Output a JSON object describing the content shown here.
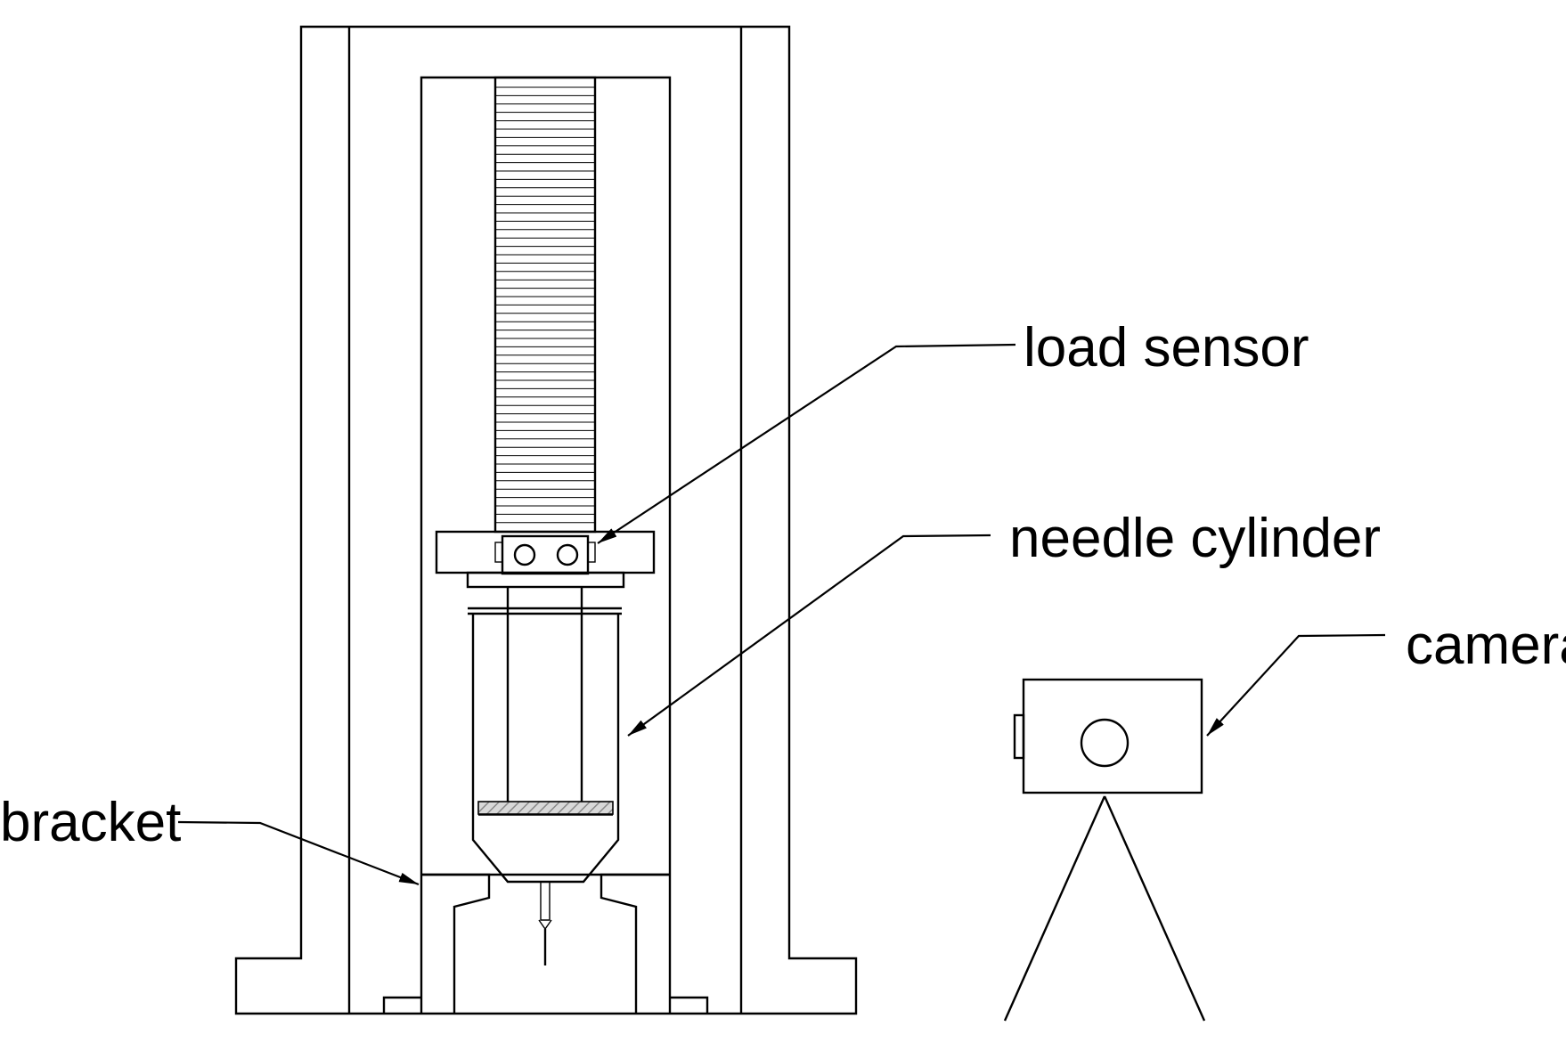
{
  "diagram": {
    "labels": {
      "load_sensor": "load sensor",
      "needle_cylinder": "needle cylinder",
      "camera": "camera",
      "bracket": "bracket"
    },
    "colors": {
      "line": "#000000",
      "background": "#ffffff",
      "hatch": "#8a8a8a"
    }
  }
}
